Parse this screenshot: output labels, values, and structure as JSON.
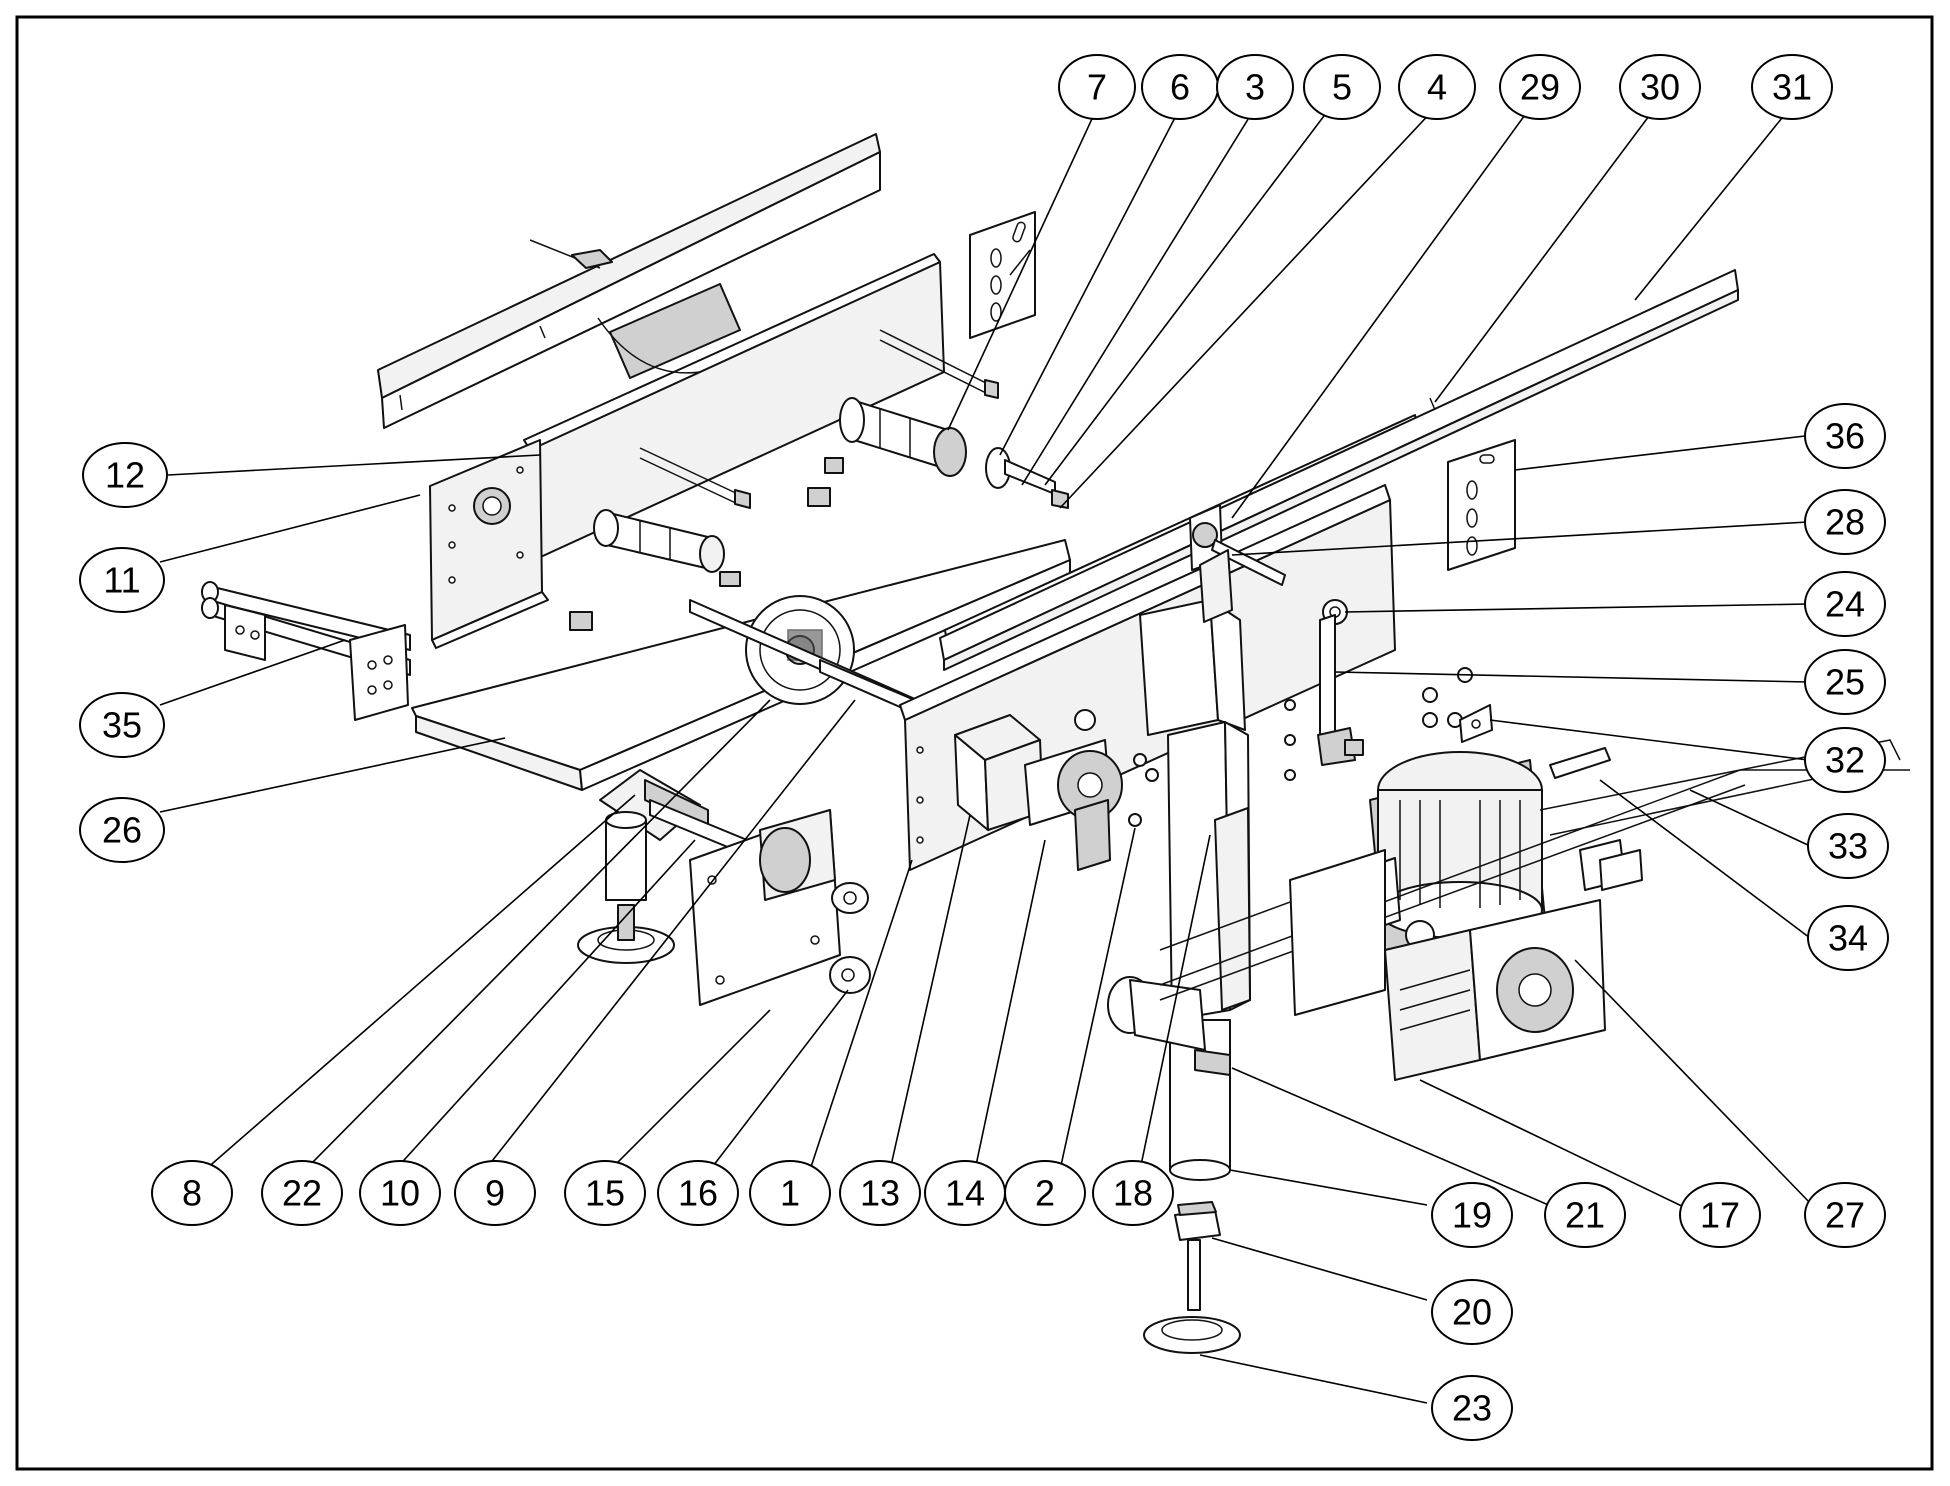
{
  "diagram": {
    "type": "exploded-parts-assembly",
    "balloons": [
      {
        "id": "b7",
        "label": "7"
      },
      {
        "id": "b6",
        "label": "6"
      },
      {
        "id": "b3",
        "label": "3"
      },
      {
        "id": "b5",
        "label": "5"
      },
      {
        "id": "b4",
        "label": "4"
      },
      {
        "id": "b29",
        "label": "29"
      },
      {
        "id": "b30",
        "label": "30"
      },
      {
        "id": "b31",
        "label": "31"
      },
      {
        "id": "b36",
        "label": "36"
      },
      {
        "id": "b28",
        "label": "28"
      },
      {
        "id": "b24",
        "label": "24"
      },
      {
        "id": "b25",
        "label": "25"
      },
      {
        "id": "b32",
        "label": "32"
      },
      {
        "id": "b33",
        "label": "33"
      },
      {
        "id": "b34",
        "label": "34"
      },
      {
        "id": "b12",
        "label": "12"
      },
      {
        "id": "b11",
        "label": "11"
      },
      {
        "id": "b35",
        "label": "35"
      },
      {
        "id": "b26",
        "label": "26"
      },
      {
        "id": "b8",
        "label": "8"
      },
      {
        "id": "b22",
        "label": "22"
      },
      {
        "id": "b10",
        "label": "10"
      },
      {
        "id": "b9",
        "label": "9"
      },
      {
        "id": "b15",
        "label": "15"
      },
      {
        "id": "b16",
        "label": "16"
      },
      {
        "id": "b1",
        "label": "1"
      },
      {
        "id": "b13",
        "label": "13"
      },
      {
        "id": "b14",
        "label": "14"
      },
      {
        "id": "b2",
        "label": "2"
      },
      {
        "id": "b18",
        "label": "18"
      },
      {
        "id": "b19",
        "label": "19"
      },
      {
        "id": "b21",
        "label": "21"
      },
      {
        "id": "b17",
        "label": "17"
      },
      {
        "id": "b27",
        "label": "27"
      },
      {
        "id": "b20",
        "label": "20"
      },
      {
        "id": "b23",
        "label": "23"
      }
    ]
  }
}
